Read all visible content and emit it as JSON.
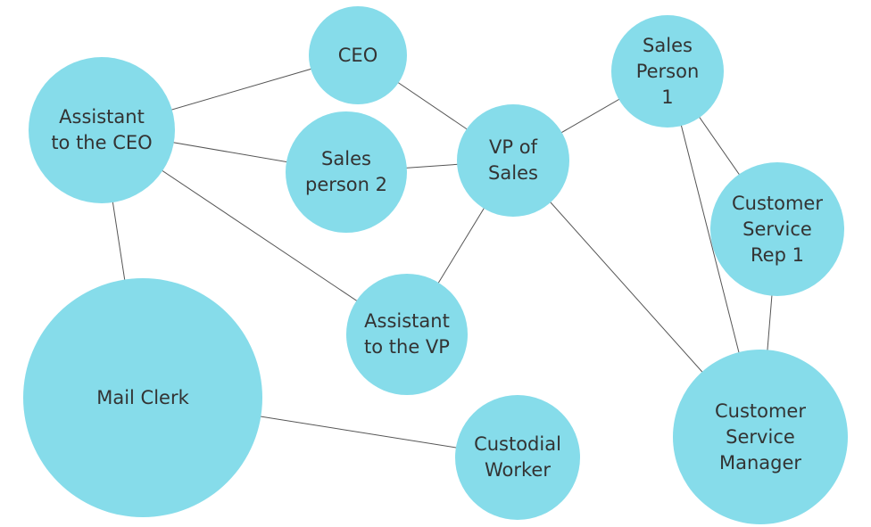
{
  "colors": {
    "node_fill": "#86dcea",
    "edge": "#555555",
    "text": "#333333"
  },
  "nodes": [
    {
      "id": "asst_ceo",
      "label": "Assistant\nto the CEO"
    },
    {
      "id": "ceo",
      "label": "CEO"
    },
    {
      "id": "sales2",
      "label": "Sales\nperson 2"
    },
    {
      "id": "vp",
      "label": "VP of\nSales"
    },
    {
      "id": "sales1",
      "label": "Sales\nPerson\n1"
    },
    {
      "id": "csr1",
      "label": "Customer\nService\nRep 1"
    },
    {
      "id": "asst_vp",
      "label": "Assistant\nto the VP"
    },
    {
      "id": "mail",
      "label": "Mail Clerk"
    },
    {
      "id": "custodial",
      "label": "Custodial\nWorker"
    },
    {
      "id": "csm",
      "label": "Customer\nService\nManager"
    }
  ],
  "edges": [
    [
      "asst_ceo",
      "ceo"
    ],
    [
      "asst_ceo",
      "sales2"
    ],
    [
      "asst_ceo",
      "asst_vp"
    ],
    [
      "asst_ceo",
      "mail"
    ],
    [
      "ceo",
      "vp"
    ],
    [
      "sales2",
      "vp"
    ],
    [
      "vp",
      "sales1"
    ],
    [
      "vp",
      "asst_vp"
    ],
    [
      "vp",
      "csm"
    ],
    [
      "sales1",
      "csr1"
    ],
    [
      "sales1",
      "csm"
    ],
    [
      "csr1",
      "csm"
    ],
    [
      "mail",
      "custodial"
    ]
  ]
}
